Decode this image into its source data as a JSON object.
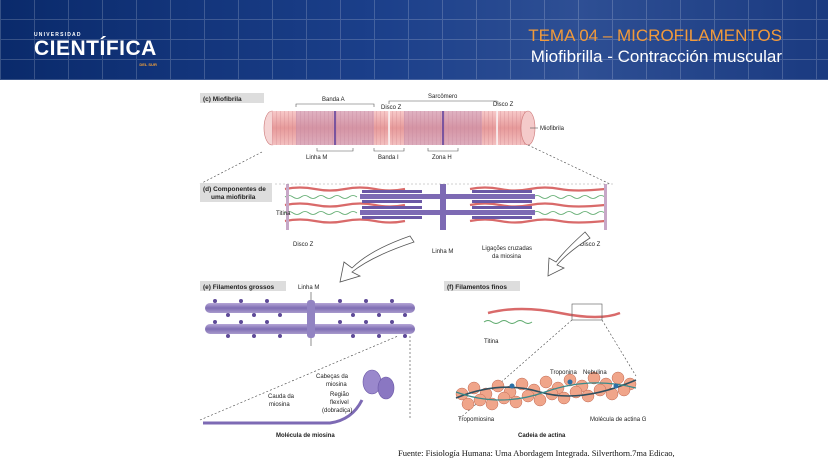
{
  "header": {
    "logo_top": "UNIVERSIDAD",
    "logo_main": "CIENTÍFICA",
    "logo_sub": "DEL SUR",
    "title": "TEMA 04 – MICROFILAMENTOS",
    "subtitle": "Miofibrilla - Contracción muscular"
  },
  "figure": {
    "c": {
      "heading": "(c) Miofibrila",
      "banda_a": "Banda A",
      "sarcomero": "Sarcômero",
      "disco_z_1": "Disco Z",
      "disco_z_2": "Disco Z",
      "miofibrila": "Miofibrila",
      "linha_m": "Linha M",
      "banda_i": "Banda I",
      "zona_h": "Zona H"
    },
    "d": {
      "heading_1": "(d) Componentes de",
      "heading_2": "uma miofibrila",
      "titina": "Titina",
      "disco_z_left": "Disco Z",
      "linha_m": "Linha M",
      "ligacoes_1": "Ligações cruzadas",
      "ligacoes_2": "da miosina",
      "disco_z_right": "Disco Z"
    },
    "e": {
      "heading": "(e) Filamentos grossos",
      "linha_m": "Linha M",
      "cabecas_1": "Cabeças da",
      "cabecas_2": "miosina",
      "cauda_1": "Cauda da",
      "cauda_2": "miosina",
      "regiao_1": "Região",
      "regiao_2": "flexível",
      "regiao_3": "(dobradiça)",
      "molecula": "Molécula de miosina"
    },
    "f": {
      "heading": "(f) Filamentos finos",
      "titina": "Titina",
      "troponina": "Troponina",
      "nebulina": "Nebulina",
      "tropomiosina": "Tropomiosina",
      "actina_g": "Molécula de actina G",
      "cadeia": "Cadeia de actina"
    }
  },
  "source": "Fuente:  Fisiología Humana: Uma Abordagem Integrada. Silverthorn.7ma Edicao,"
}
